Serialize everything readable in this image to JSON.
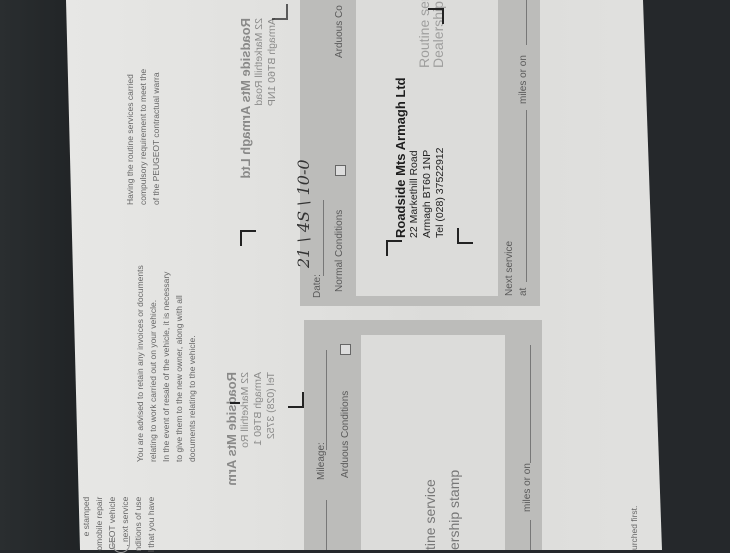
{
  "header_text": [
    "Having the routine services carried",
    "compulsory requirement to meet the",
    "of the PEUGEOT contractual warra"
  ],
  "advice_text": [
    "You are advised to retain any invoices or documents",
    "relating to work carried out on your vehicle.",
    "In the event of resale of the vehicle, it is necessary",
    "to give them to the new owner, along with all",
    "documents relating to the vehicle."
  ],
  "left_partial_text": [
    "e stamped",
    "omobile repair",
    "GEOT vehicle",
    ", next service",
    "nditions of use",
    "l that you have"
  ],
  "footer_partial": "urched first.",
  "upper_entry": {
    "date_label": "Date:",
    "date_value": "21 \\ 4S \\ 10-0",
    "normal_conditions": "Normal Conditions",
    "arduous_conditions": "Arduous Co",
    "box_label_1": "Routine service",
    "box_label_2": "Dealership stamp",
    "stamp": {
      "name": "Roadside Mts Armagh Ltd",
      "address": "22 Markethill Road",
      "town": "Armagh BT60 1NP",
      "tel": "Tel (028) 37522912"
    },
    "next_service": "Next service",
    "at": "at",
    "miles_or_on": "miles or on"
  },
  "lower_entry": {
    "mileage_label": "Mileage:",
    "arduous_conditions": "Arduous Conditions",
    "box_label_1": "tine service",
    "box_label_2": "ership stamp",
    "miles_or_on": "miles or on"
  },
  "mirrored_stamp_upper": {
    "name": "Roadside Mts Armagh Ltd",
    "address": "22 Markethill Road",
    "town": "Armagh BT60 1NP"
  },
  "mirrored_stamp_lower": {
    "name": "Roadside Mts Arm",
    "address": "22 Markethill Ro",
    "town": "Armagh BT60 1",
    "tel": "Tel (028) 3752"
  }
}
